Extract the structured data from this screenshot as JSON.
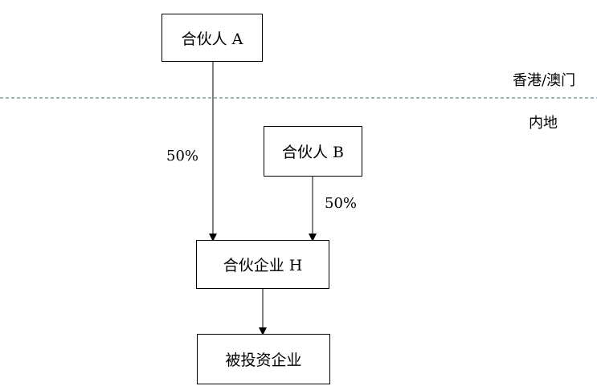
{
  "nodes": {
    "partner_a": "合伙人 A",
    "partner_b": "合伙人 B",
    "partnership_h": "合伙企业 H",
    "invested_enterprise": "被投资企业"
  },
  "edges": {
    "a_to_h_percent": "50%",
    "b_to_h_percent": "50%"
  },
  "regions": {
    "above_line": "香港/澳门",
    "below_line": "内地"
  }
}
